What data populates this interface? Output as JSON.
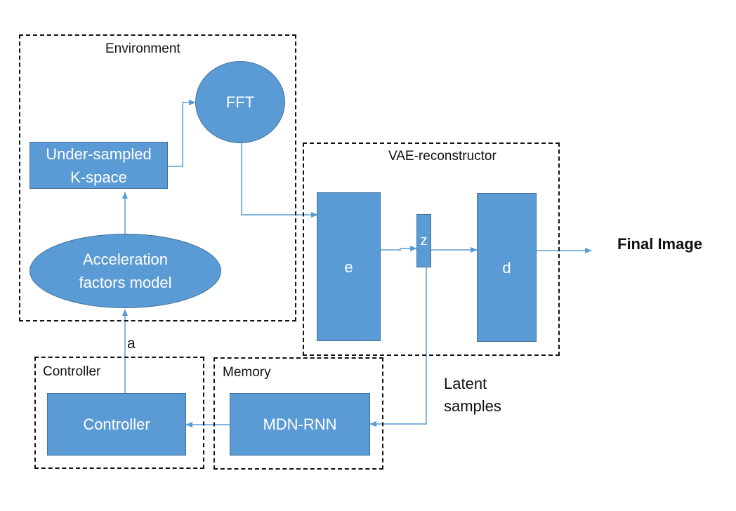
{
  "groups": {
    "environment": "Environment",
    "vae": "VAE-reconstructor",
    "controller": "Controller",
    "memory": "Memory"
  },
  "nodes": {
    "under_sampled_line1": "Under-sampled",
    "under_sampled_line2": "K-space",
    "fft": "FFT",
    "acceleration_line1": "Acceleration",
    "acceleration_line2": "factors model",
    "encoder": "e",
    "latent": "z",
    "decoder": "d",
    "controller": "Controller",
    "mdn_rnn": "MDN-RNN"
  },
  "labels": {
    "action": "a",
    "latent_line1": "Latent",
    "latent_line2": "samples",
    "output": "Final Image"
  },
  "colors": {
    "node_fill": "#5b9bd5",
    "node_border": "#41719c",
    "connector": "#5b9bd5",
    "group_border": "#111111"
  }
}
